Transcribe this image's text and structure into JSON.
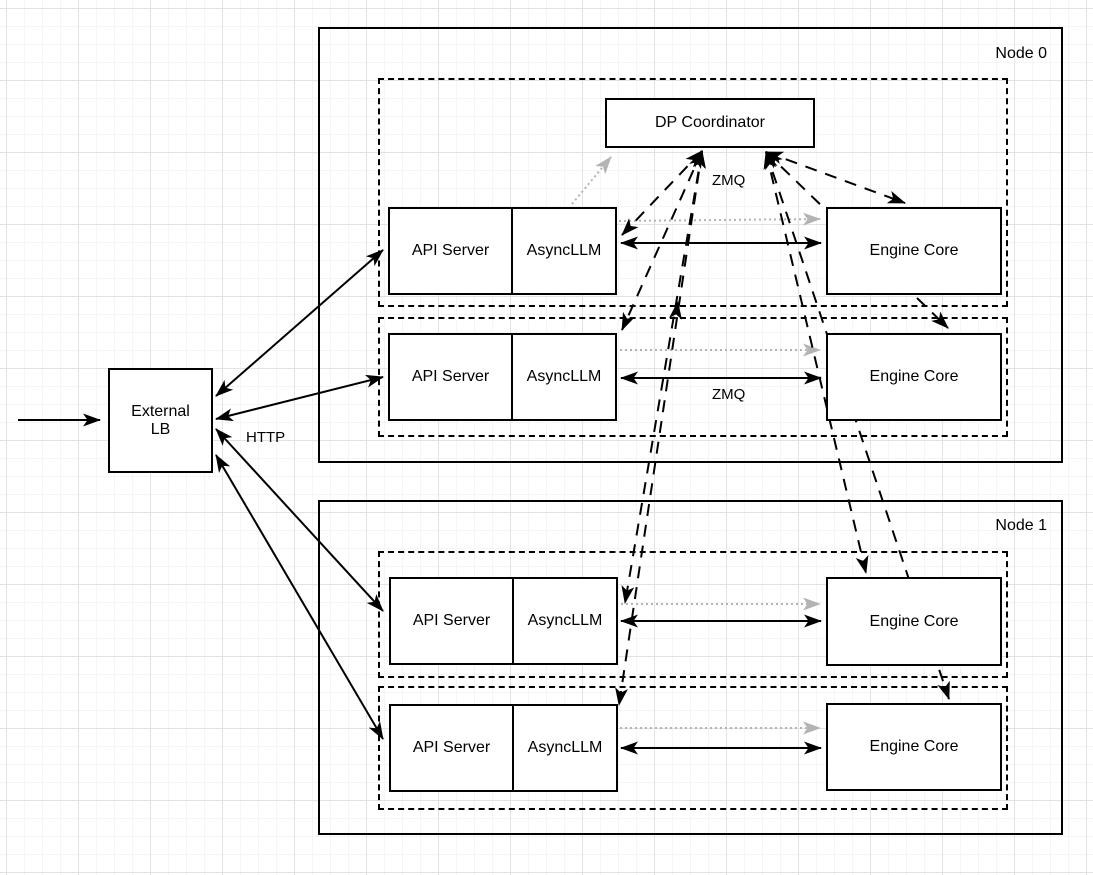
{
  "diagram": {
    "title_hint": "vLLM data-parallel deployment diagram",
    "node0": {
      "label": "Node 0"
    },
    "node1": {
      "label": "Node 1"
    },
    "dp_coordinator": {
      "label": "DP Coordinator"
    },
    "external_lb": {
      "line1": "External",
      "line2": "LB"
    },
    "rows": [
      {
        "api": "API Server",
        "async": "AsyncLLM",
        "engine": "Engine Core"
      },
      {
        "api": "API Server",
        "async": "AsyncLLM",
        "engine": "Engine Core"
      },
      {
        "api": "API Server",
        "async": "AsyncLLM",
        "engine": "Engine Core"
      },
      {
        "api": "API Server",
        "async": "AsyncLLM",
        "engine": "Engine Core"
      }
    ],
    "edge_labels": {
      "zmq_top": "ZMQ",
      "zmq_mid": "ZMQ",
      "http": "HTTP"
    },
    "colors": {
      "stroke": "#000000",
      "dotted_gray": "#b3b3b3",
      "background": "#ffffff",
      "grid_minor": "#f5f5f5",
      "grid_major": "#e3e3e3"
    }
  }
}
